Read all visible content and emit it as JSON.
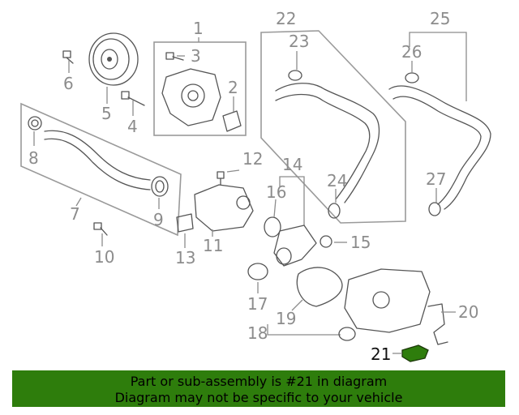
{
  "diagram": {
    "callouts": [
      "1",
      "2",
      "3",
      "4",
      "5",
      "6",
      "7",
      "8",
      "9",
      "10",
      "11",
      "12",
      "13",
      "14",
      "15",
      "16",
      "17",
      "18",
      "19",
      "20",
      "21",
      "22",
      "23",
      "24",
      "25",
      "26",
      "27"
    ],
    "highlighted_callout": "21",
    "colors": {
      "label": "#8c8c8c",
      "highlight_part": "#2e7d0c",
      "banner_bg": "#2e7d0c"
    }
  },
  "banner": {
    "line1": "Part or sub-assembly is #21 in diagram",
    "line2": "Diagram may not be specific to your vehicle"
  }
}
